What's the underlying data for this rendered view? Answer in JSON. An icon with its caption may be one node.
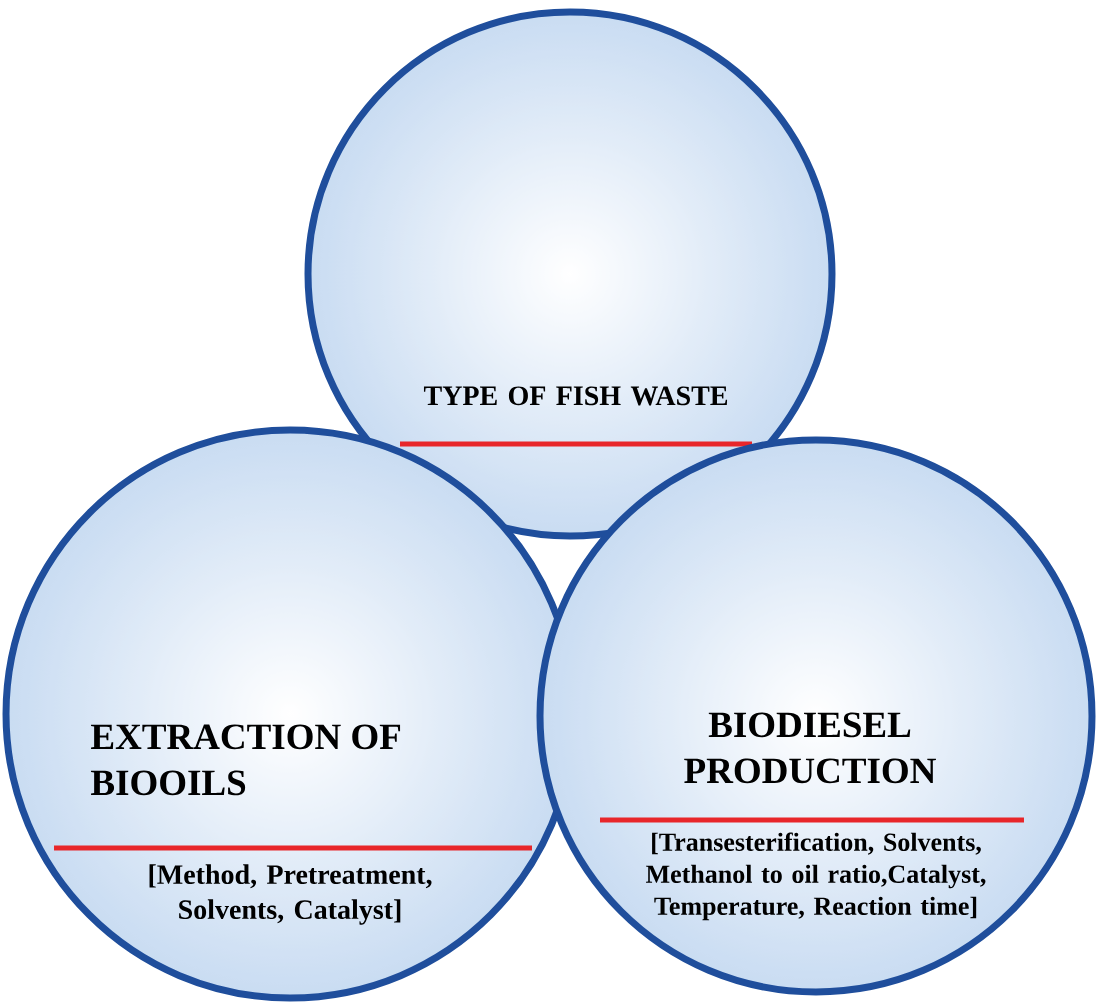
{
  "diagram": {
    "nodes": [
      {
        "text": [
          "TYPE OF FISH WASTE"
        ]
      },
      {
        "text": [
          "EXTRACTION OF BIOOILS",
          "[Method, Pretreatment, Solvents, Catalyst]"
        ]
      },
      {
        "text": [
          "BIODIESEL PRODUCTION",
          "[Transesterification, Solvents, Methanol to oil ratio,Catalyst, Temperature, Reaction time]"
        ]
      }
    ]
  }
}
